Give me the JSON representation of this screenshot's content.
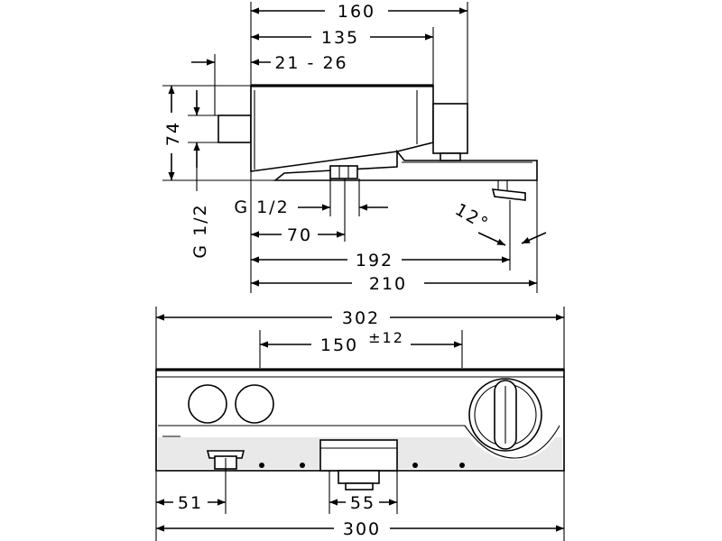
{
  "dimensions": {
    "top_view": {
      "d160": "160",
      "d135": "135",
      "d21_26": "21 - 26",
      "d74": "74",
      "g_left": "G 1/2",
      "g_bottom": "G 1/2",
      "d12": "12°",
      "d70": "70",
      "d192": "192",
      "d210": "210"
    },
    "front_view": {
      "d302": "302",
      "d150": "150",
      "tol": "±12",
      "d51": "51",
      "d55": "55",
      "d300": "300"
    }
  },
  "colors": {
    "line": "#000000",
    "background": "#ffffff",
    "shade": "#e9e9e9"
  }
}
